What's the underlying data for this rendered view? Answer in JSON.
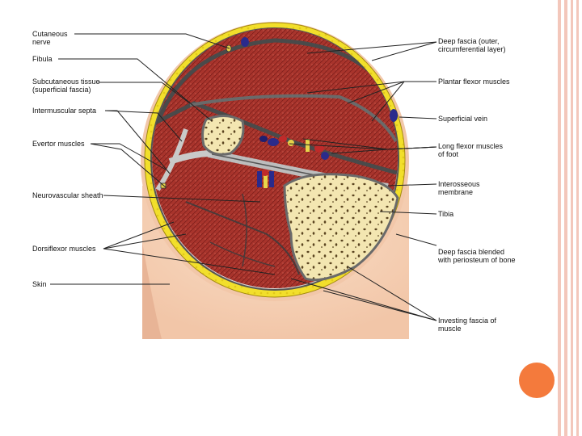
{
  "slide": {
    "accent_color": "#f47a3c",
    "stripe_color": "#f3c7bb"
  },
  "labels_left": [
    "Cutaneous\nnerve",
    "Fibula",
    "Subcutaneous tissue\n(superficial fascia)",
    "Intermuscular septa",
    "Evertor muscles",
    "Neurovascular sheath",
    "Dorsiflexor muscles",
    "Skin"
  ],
  "labels_right": [
    "Deep fascia (outer,\ncircumferential layer)",
    "Plantar flexor muscles",
    "Superficial vein",
    "Long flexor muscles\nof foot",
    "Interosseous\nmembrane",
    "Tibia",
    "Deep fascia blended\nwith periosteum of bone",
    "Investing fascia of\nmuscle"
  ]
}
